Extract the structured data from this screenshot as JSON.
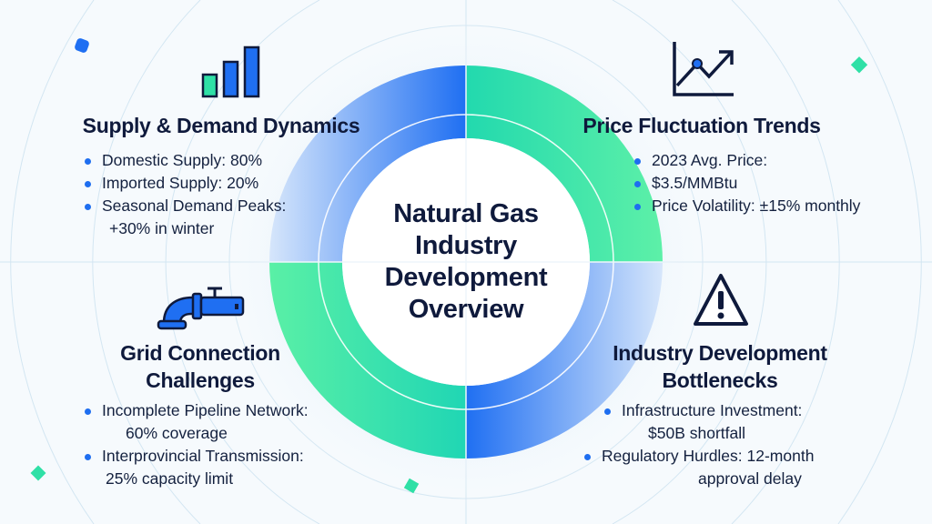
{
  "title": [
    "Natural Gas",
    "Industry",
    "Development",
    "Overview"
  ],
  "colors": {
    "blue": "#1f6ff2",
    "green": "#2fe0a6",
    "text": "#0f1a3c"
  },
  "quadrants": {
    "supply": {
      "icon": "bar-chart-icon",
      "title": "Supply & Demand Dynamics",
      "bullets": [
        "Domestic Supply: 80%",
        "Imported Supply: 20%",
        "Seasonal Demand Peaks:"
      ],
      "cont": "+30% in winter"
    },
    "price": {
      "icon": "line-chart-icon",
      "title": "Price Fluctuation Trends",
      "bullets": [
        "2023 Avg. Price:",
        "$3.5/MMBtu",
        "Price Volatility: ±15% monthly"
      ]
    },
    "grid": {
      "icon": "pipe-icon",
      "title": [
        "Grid Connection",
        "Challenges"
      ],
      "bullets": [
        "Incomplete Pipeline Network:",
        "Interprovincial Transmission:"
      ],
      "conts": [
        "60% coverage",
        "25% capacity limit"
      ]
    },
    "bottlenecks": {
      "icon": "warning-icon",
      "title": [
        "Industry Development",
        "Bottlenecks"
      ],
      "bullets": [
        "Infrastructure Investment:",
        "Regulatory Hurdles: 12-month"
      ],
      "conts": [
        "$50B shortfall",
        "approval delay"
      ]
    }
  }
}
